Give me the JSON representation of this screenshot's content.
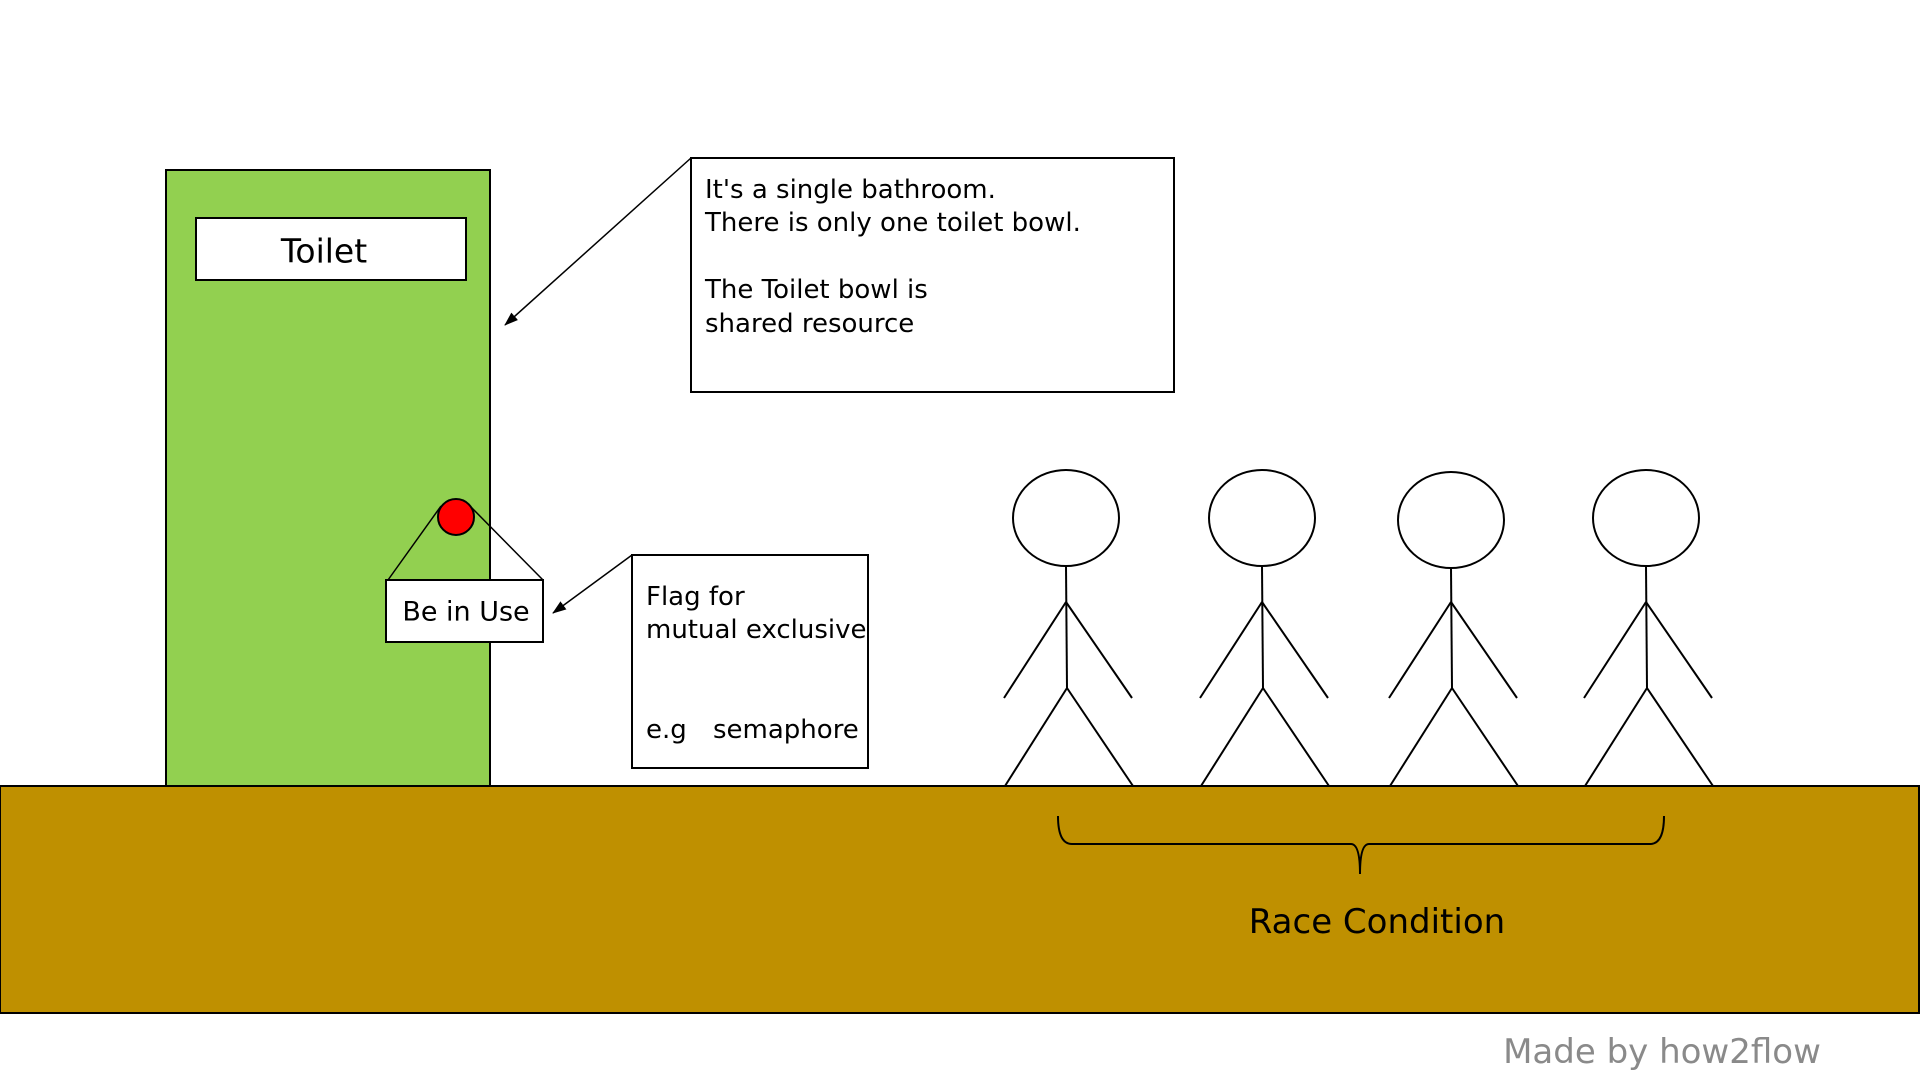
{
  "colors": {
    "door": "#92d050",
    "floor": "#bf9000",
    "flag_dot": "#ff0000",
    "credit_text": "#8a8a8a"
  },
  "door": {
    "sign_label": "Toilet"
  },
  "flag": {
    "label": "Be in Use"
  },
  "callouts": {
    "bathroom": {
      "line1": "It's a single bathroom.",
      "line2": "There is only one toilet bowl.",
      "line3": "The Toilet bowl is",
      "line4": "shared resource"
    },
    "flag_note": {
      "line1": "Flag for",
      "line2": "mutual exclusive",
      "line3": "e.g",
      "line4": "semaphore"
    }
  },
  "people": [
    {
      "icon": "stick-figure-icon"
    },
    {
      "icon": "stick-figure-icon"
    },
    {
      "icon": "stick-figure-icon"
    },
    {
      "icon": "stick-figure-icon"
    }
  ],
  "brace_label": "Race Condition",
  "credit": "Made by how2flow"
}
